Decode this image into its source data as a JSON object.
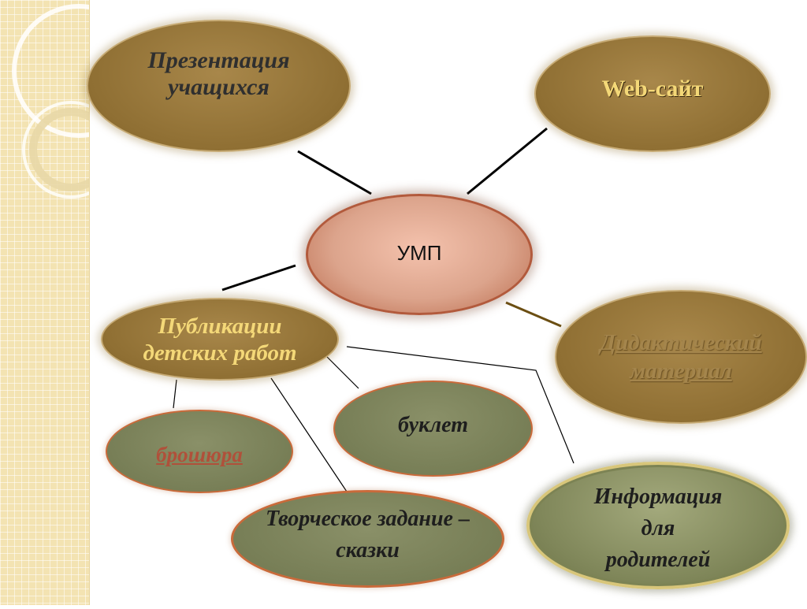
{
  "nodes": {
    "center": "УМП",
    "presentation": "Презентация\nучащихся",
    "website": "Web-сайт",
    "publications": "Публикации\nдетских работ",
    "didactic": "Дидактический\nматериал",
    "brochure": "брошюра",
    "booklet": "буклет",
    "creative": "Творческое задание –\nсказки",
    "parents": "Информация\nдля\nродителей"
  },
  "colors": {
    "brown": "#8f6f33",
    "olive": "#767d55",
    "center": "#d89a80",
    "gold": "#f0d070",
    "dark_text": "#2a2a2a"
  }
}
